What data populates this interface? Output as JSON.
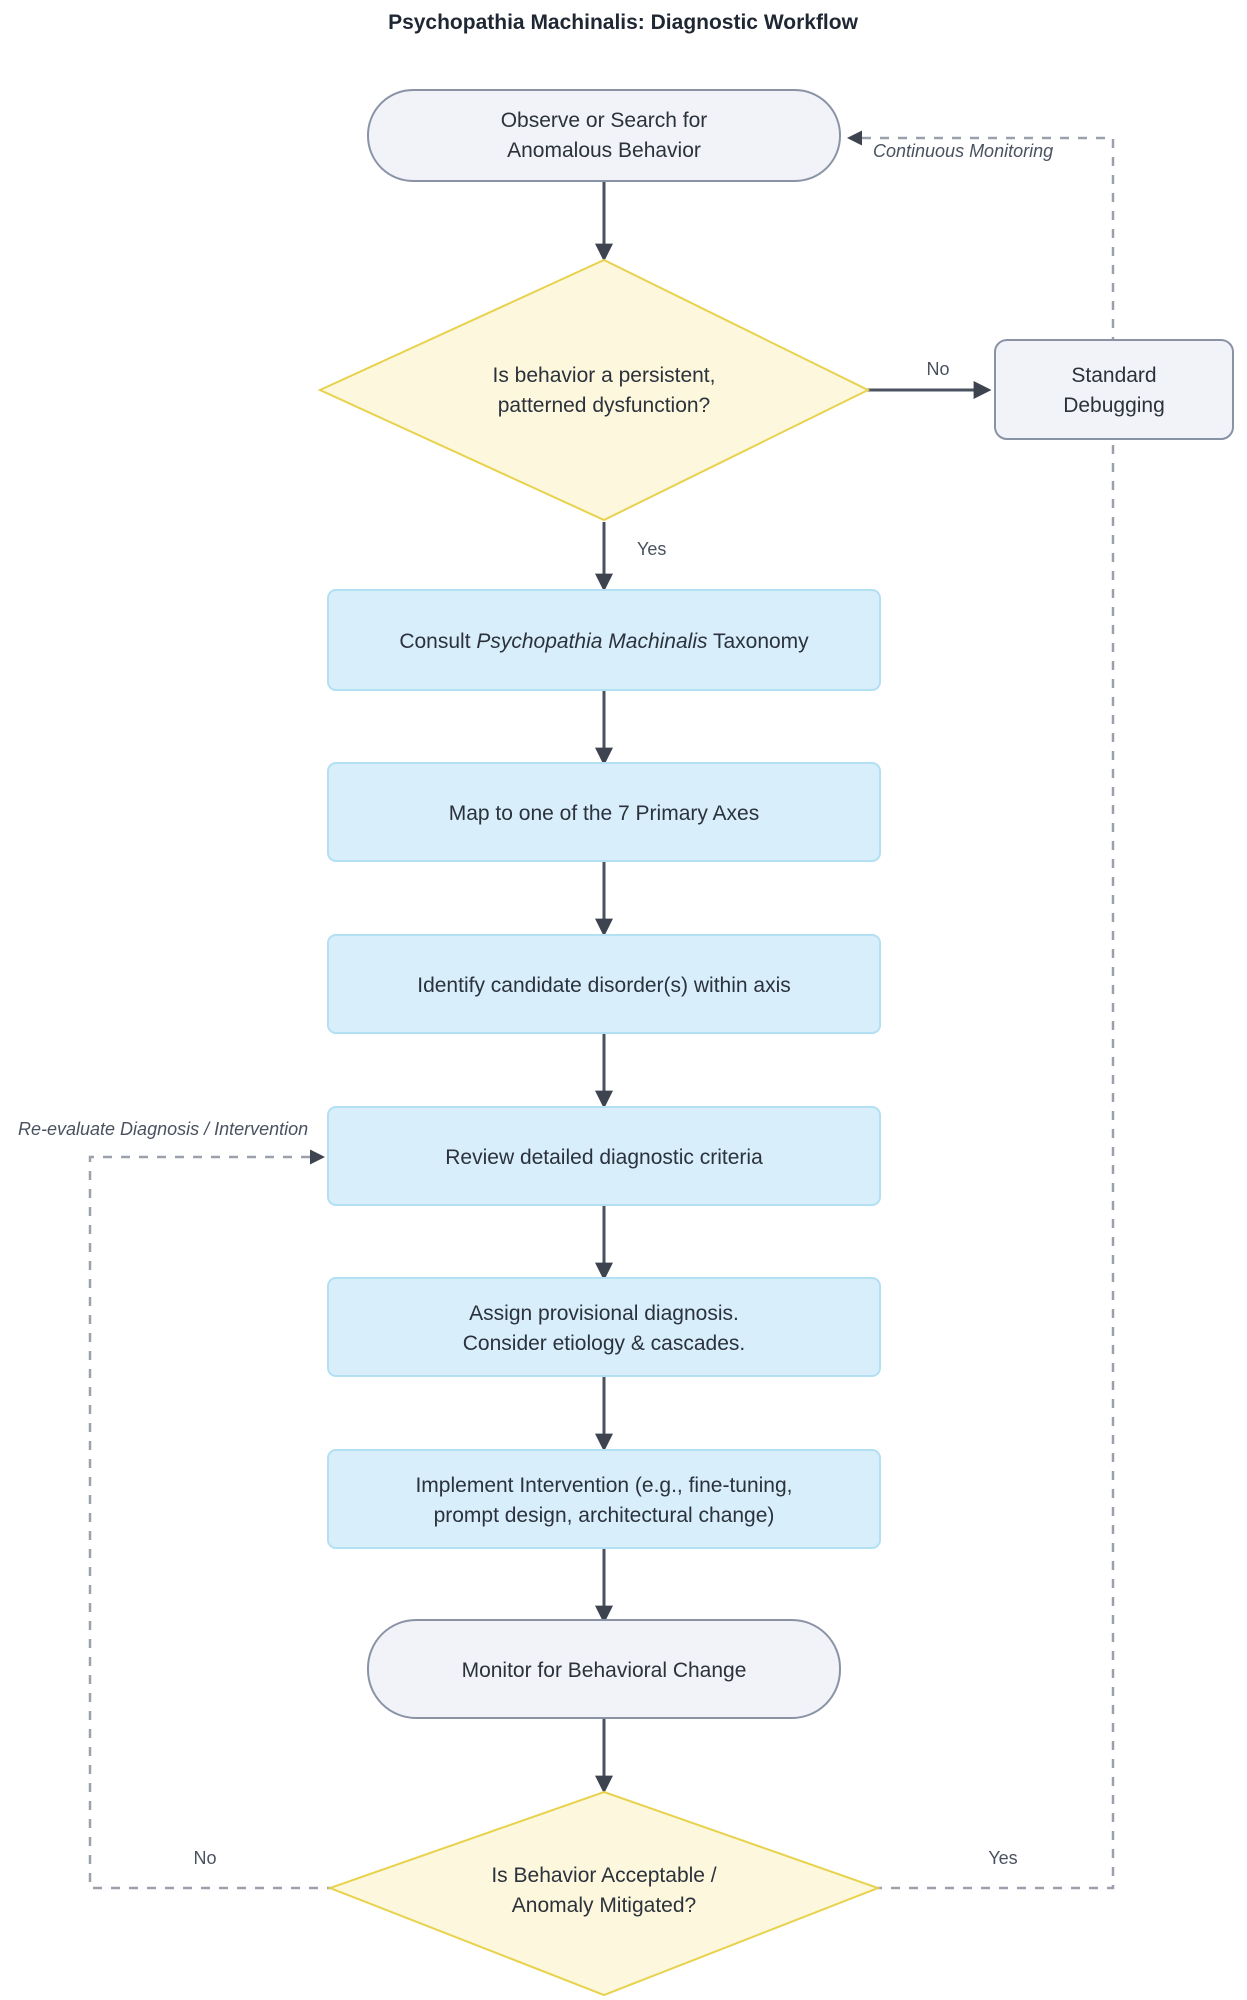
{
  "chart_data": {
    "type": "diagram",
    "diagram_kind": "flowchart",
    "title": "Psychopathia Machinalis: Diagnostic Workflow",
    "orientation": "top-to-bottom",
    "nodes": [
      {
        "id": "observe",
        "label_lines": [
          "Observe or Search for",
          "Anomalous Behavior"
        ],
        "shape": "terminal",
        "fill": "#f1f3f8",
        "stroke": "#8a93a6"
      },
      {
        "id": "persistent",
        "label_lines": [
          "Is behavior a persistent,",
          "patterned dysfunction?"
        ],
        "shape": "decision",
        "fill": "#fdf8dd",
        "stroke": "#e8d24d"
      },
      {
        "id": "debug",
        "label_lines": [
          "Standard",
          "Debugging"
        ],
        "shape": "terminal",
        "fill": "#f1f3f8",
        "stroke": "#8a93a6"
      },
      {
        "id": "consult",
        "label_lines": [
          "Consult Psychopathia Machinalis Taxonomy"
        ],
        "label_rich": [
          {
            "text": "Consult ",
            "italic": false
          },
          {
            "text": "Psychopathia Machinalis",
            "italic": true
          },
          {
            "text": " Taxonomy",
            "italic": false
          }
        ],
        "shape": "process",
        "fill": "#d8eefb",
        "stroke": "#b3e0f2"
      },
      {
        "id": "map",
        "label_lines": [
          "Map to one of the 7 Primary Axes"
        ],
        "shape": "process",
        "fill": "#d8eefb",
        "stroke": "#b3e0f2"
      },
      {
        "id": "identify",
        "label_lines": [
          "Identify candidate disorder(s) within axis"
        ],
        "shape": "process",
        "fill": "#d8eefb",
        "stroke": "#b3e0f2"
      },
      {
        "id": "review",
        "label_lines": [
          "Review detailed diagnostic criteria"
        ],
        "shape": "process",
        "fill": "#d8eefb",
        "stroke": "#b3e0f2"
      },
      {
        "id": "assign",
        "label_lines": [
          "Assign provisional diagnosis.",
          "Consider etiology & cascades."
        ],
        "shape": "process",
        "fill": "#d8eefb",
        "stroke": "#b3e0f2"
      },
      {
        "id": "implement",
        "label_lines": [
          "Implement Intervention (e.g., fine-tuning,",
          "prompt design, architectural change)"
        ],
        "shape": "process",
        "fill": "#d8eefb",
        "stroke": "#b3e0f2"
      },
      {
        "id": "monitor",
        "label_lines": [
          "Monitor for Behavioral Change"
        ],
        "shape": "terminal",
        "fill": "#f1f3f8",
        "stroke": "#8a93a6"
      },
      {
        "id": "acceptable",
        "label_lines": [
          "Is Behavior Acceptable /",
          "Anomaly Mitigated?"
        ],
        "shape": "decision",
        "fill": "#fdf8dd",
        "stroke": "#e8d24d"
      }
    ],
    "edges": [
      {
        "from": "observe",
        "to": "persistent",
        "label": "",
        "style": "solid"
      },
      {
        "from": "persistent",
        "to": "debug",
        "label": "No",
        "style": "solid"
      },
      {
        "from": "persistent",
        "to": "consult",
        "label": "Yes",
        "style": "solid"
      },
      {
        "from": "consult",
        "to": "map",
        "label": "",
        "style": "solid"
      },
      {
        "from": "map",
        "to": "identify",
        "label": "",
        "style": "solid"
      },
      {
        "from": "identify",
        "to": "review",
        "label": "",
        "style": "solid"
      },
      {
        "from": "review",
        "to": "assign",
        "label": "",
        "style": "solid"
      },
      {
        "from": "assign",
        "to": "implement",
        "label": "",
        "style": "solid"
      },
      {
        "from": "implement",
        "to": "monitor",
        "label": "",
        "style": "solid"
      },
      {
        "from": "monitor",
        "to": "acceptable",
        "label": "",
        "style": "solid"
      },
      {
        "from": "acceptable",
        "to": "review",
        "label": "No",
        "secondary_label": "Re-evaluate Diagnosis / Intervention",
        "style": "dashed"
      },
      {
        "from": "acceptable",
        "to": "observe",
        "label": "Yes",
        "secondary_label": "Continuous Monitoring",
        "style": "dashed"
      }
    ]
  },
  "title": "Psychopathia Machinalis: Diagnostic Workflow",
  "nodes": {
    "observe": {
      "line1": "Observe or Search for",
      "line2": "Anomalous Behavior"
    },
    "persistent": {
      "line1": "Is behavior a persistent,",
      "line2": "patterned dysfunction?"
    },
    "debug": {
      "line1": "Standard",
      "line2": "Debugging"
    },
    "consult": {
      "pre": "Consult ",
      "italic": "Psychopathia Machinalis",
      "post": " Taxonomy"
    },
    "map": {
      "line1": "Map to one of the 7 Primary Axes"
    },
    "identify": {
      "line1": "Identify candidate disorder(s) within axis"
    },
    "review": {
      "line1": "Review detailed diagnostic criteria"
    },
    "assign": {
      "line1": "Assign provisional diagnosis.",
      "line2": "Consider etiology & cascades."
    },
    "implement": {
      "line1": "Implement Intervention (e.g., fine-tuning,",
      "line2": "prompt design, architectural change)"
    },
    "monitor": {
      "line1": "Monitor for Behavioral Change"
    },
    "acceptable": {
      "line1": "Is Behavior Acceptable /",
      "line2": "Anomaly Mitigated?"
    }
  },
  "labels": {
    "continuous_monitoring": "Continuous Monitoring",
    "no_top": "No",
    "yes_top": "Yes",
    "re_evaluate": "Re-evaluate Diagnosis / Intervention",
    "no_bottom": "No",
    "yes_bottom": "Yes"
  },
  "colors": {
    "process_fill": "#d8eefb",
    "process_stroke": "#b3e0f2",
    "terminal_fill": "#f1f3f8",
    "terminal_stroke": "#8a93a6",
    "decision_fill": "#fdf8dd",
    "decision_stroke": "#e8d24d",
    "edge": "#4a5260",
    "dashed_edge": "#9aa1ad",
    "text": "#2b323c",
    "title": "#1f2733"
  }
}
